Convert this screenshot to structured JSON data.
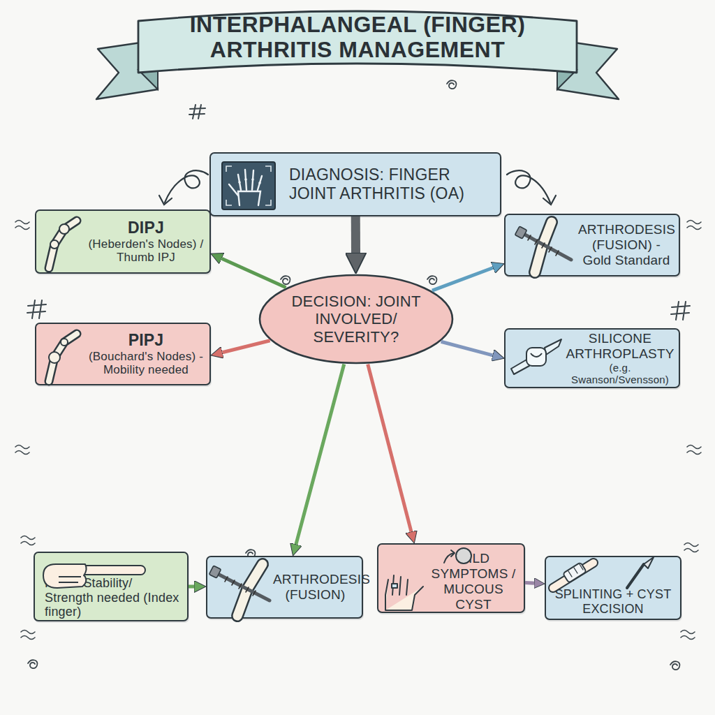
{
  "diagram": {
    "title": "INTERPHALANGEAL (FINGER) ARTHRITIS MANAGEMENT",
    "nodes": [
      {
        "text": [
          "DIAGNOSIS: FINGER JOINT ARTHRITIS (OA)"
        ]
      },
      {
        "text": [
          "DIPJ",
          "(Heberden's Nodes) / Thumb IPJ"
        ]
      },
      {
        "text": [
          "ARTHRODESIS (FUSION) - Gold Standard"
        ]
      },
      {
        "text": [
          "DECISION: JOINT INVOLVED/ SEVERITY?"
        ]
      },
      {
        "text": [
          "PIPJ",
          "(Bouchard's Nodes) - Mobility needed"
        ]
      },
      {
        "text": [
          "SILICONE ARTHROPLASTY",
          "(e.g. Swanson/Svensson)"
        ]
      },
      {
        "text": [
          "PIPJ - Stability/ Strength needed (Index finger)"
        ]
      },
      {
        "text": [
          "ARTHRODESIS (FUSION)"
        ]
      },
      {
        "text": [
          "MILD SYMPTOMS / MUCOUS CYST"
        ]
      },
      {
        "text": [
          "SPLINTING + CYST EXCISION"
        ]
      }
    ],
    "edges": [
      {
        "from": 0,
        "to": 3,
        "arrow": "to"
      },
      {
        "from": 3,
        "to": 1,
        "arrow": "to"
      },
      {
        "from": 3,
        "to": 4,
        "arrow": "to"
      },
      {
        "from": 3,
        "to": 2,
        "arrow": "to"
      },
      {
        "from": 3,
        "to": 5,
        "arrow": "to"
      },
      {
        "from": 3,
        "to": 7,
        "arrow": "to"
      },
      {
        "from": 3,
        "to": 8,
        "arrow": "to"
      },
      {
        "from": 6,
        "to": 7,
        "arrow": "to"
      },
      {
        "from": 8,
        "to": 9,
        "arrow": "to"
      }
    ]
  }
}
